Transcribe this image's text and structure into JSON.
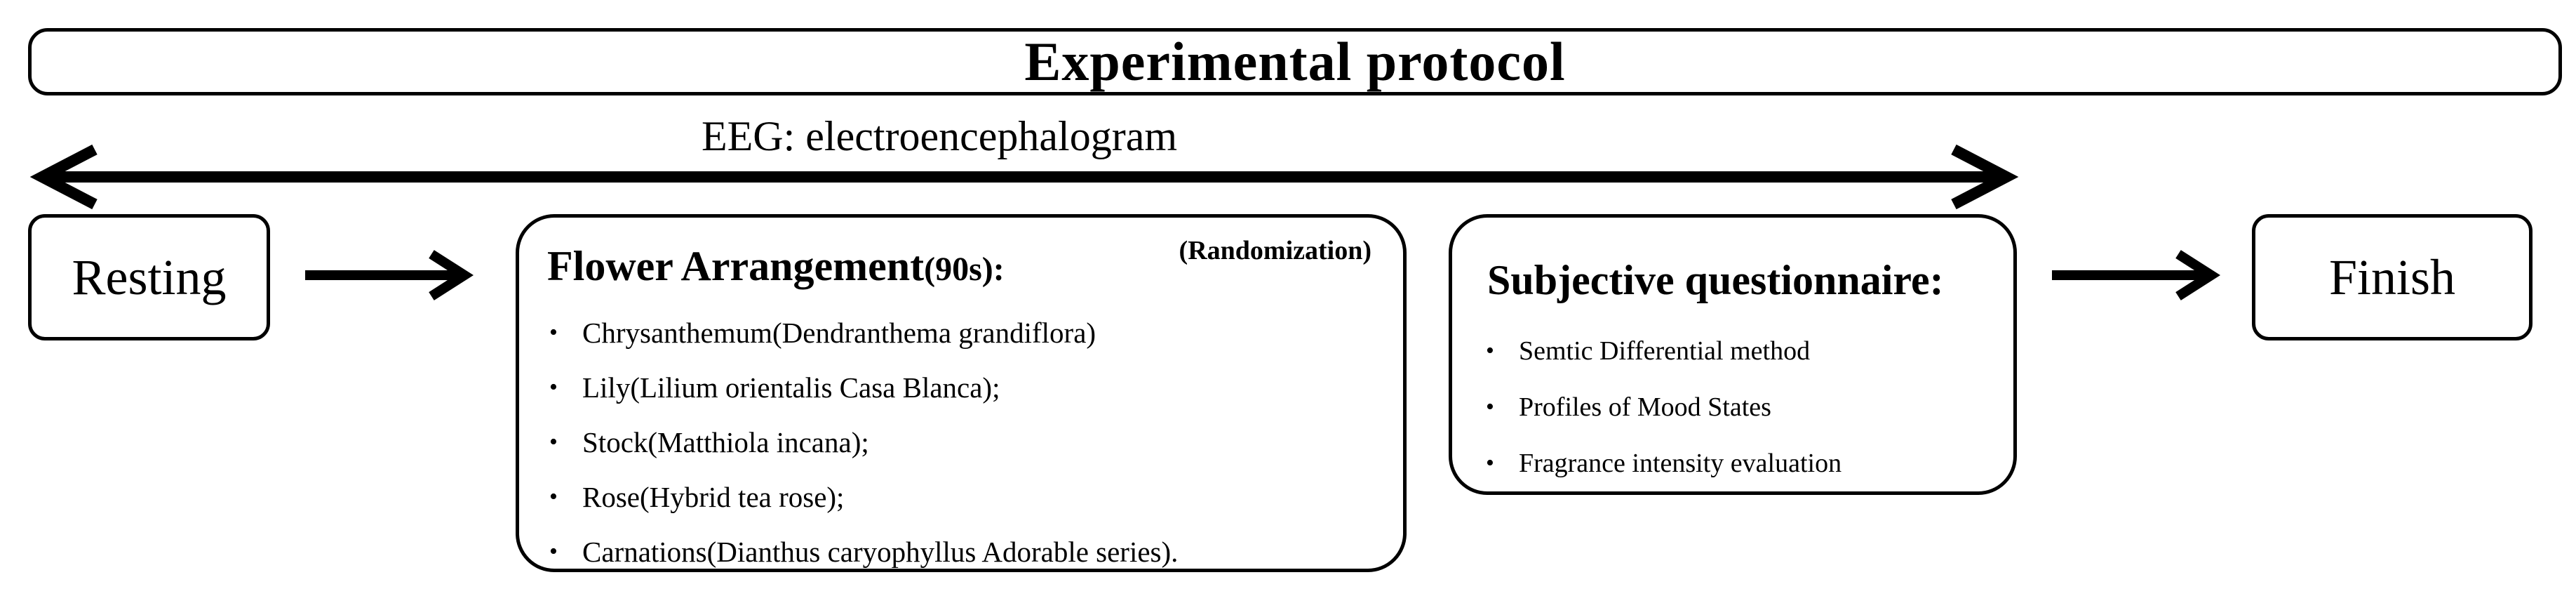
{
  "title": "Experimental protocol",
  "eeg_label": "EEG: electroencephalogram",
  "resting": "Resting",
  "finish": "Finish",
  "flower_arrangement": {
    "heading": "Flower Arrangement",
    "duration": "(90s):",
    "randomization": "(Randomization)",
    "items": [
      "Chrysanthemum(Dendranthema grandiflora)",
      "Lily(Lilium orientalis Casa Blanca);",
      "Stock(Matthiola incana);",
      "Rose(Hybrid tea rose);",
      "Carnations(Dianthus caryophyllus Adorable series)."
    ]
  },
  "questionnaire": {
    "heading": "Subjective questionnaire:",
    "items": [
      "Semtic Differential method",
      "Profiles of Mood States",
      "Fragrance intensity evaluation"
    ]
  },
  "colors": {
    "stroke": "#000000",
    "background": "#ffffff"
  },
  "icons": {
    "bullet": "•",
    "arrows": [
      "double-headed-arrow-icon",
      "right-arrow-icon"
    ]
  }
}
